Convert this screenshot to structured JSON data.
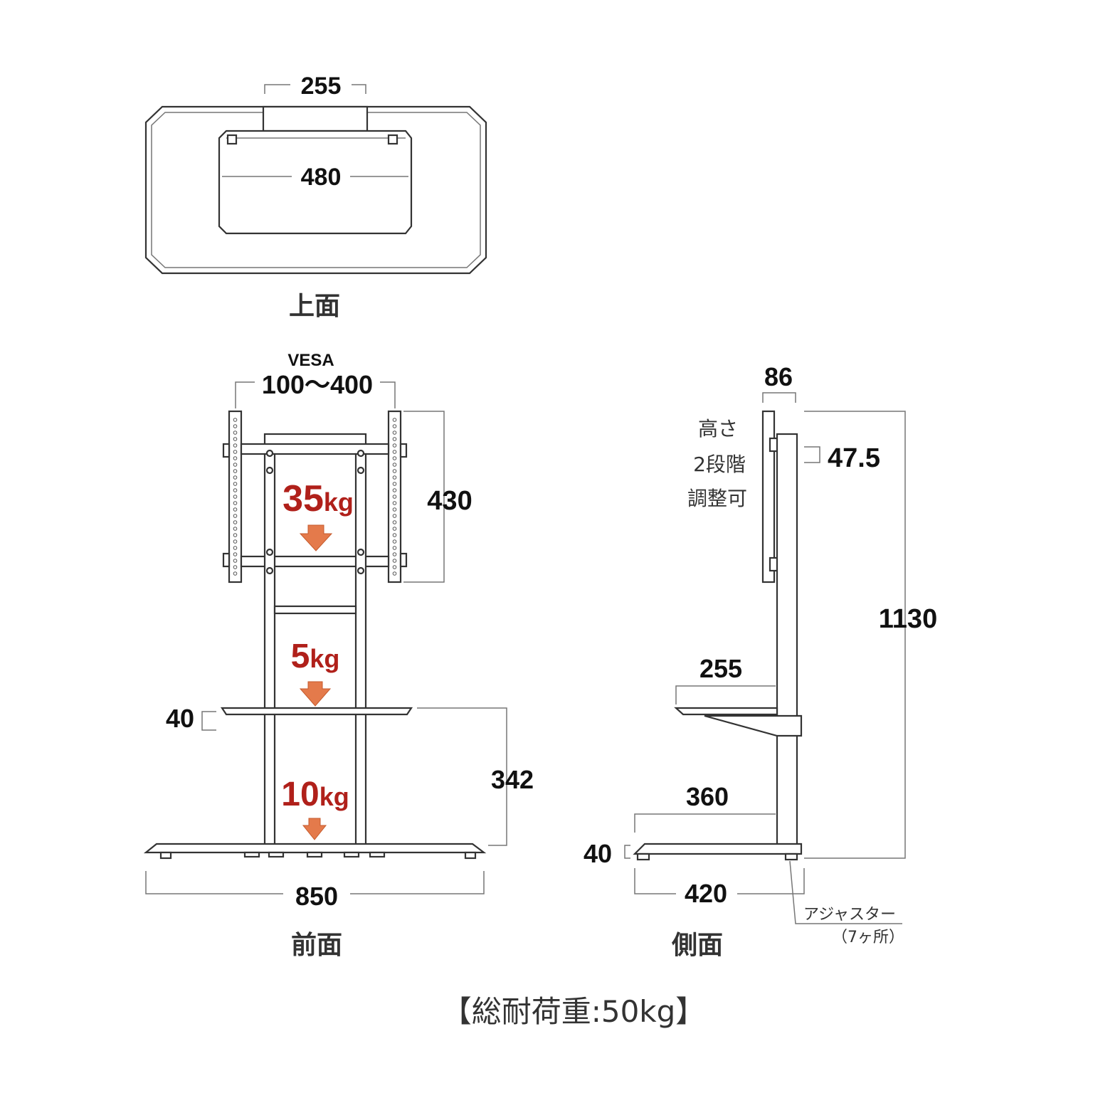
{
  "top_view": {
    "caption": "上面",
    "dim_width_mount": "255",
    "dim_width_inner": "480"
  },
  "front_view": {
    "caption": "前面",
    "vesa_label": "VESA",
    "vesa_range": "100～400",
    "dim_mount_height": "430",
    "load_mount_num": "35",
    "load_mount_unit": "kg",
    "load_shelf_num": "5",
    "load_shelf_unit": "kg",
    "load_base_num": "10",
    "load_base_unit": "kg",
    "dim_shelf_thickness": "40",
    "dim_shelf_height": "342",
    "dim_base_width": "850"
  },
  "side_view": {
    "caption": "側面",
    "dim_mount_depth": "86",
    "height_note_line1": "高さ",
    "height_note_line2": "2段階",
    "height_note_line3": "調整可",
    "dim_height_step": "47.5",
    "dim_total_height": "1130",
    "dim_shelf_depth": "255",
    "dim_base_offset": "360",
    "dim_base_thickness": "40",
    "dim_base_depth": "420",
    "adjuster_label": "アジャスター",
    "adjuster_count": "（7ヶ所）"
  },
  "total_load": "【総耐荷重:50kg】",
  "colors": {
    "line": "#444444",
    "load_text": "#b0201a",
    "arrow": "#e47a4b"
  }
}
